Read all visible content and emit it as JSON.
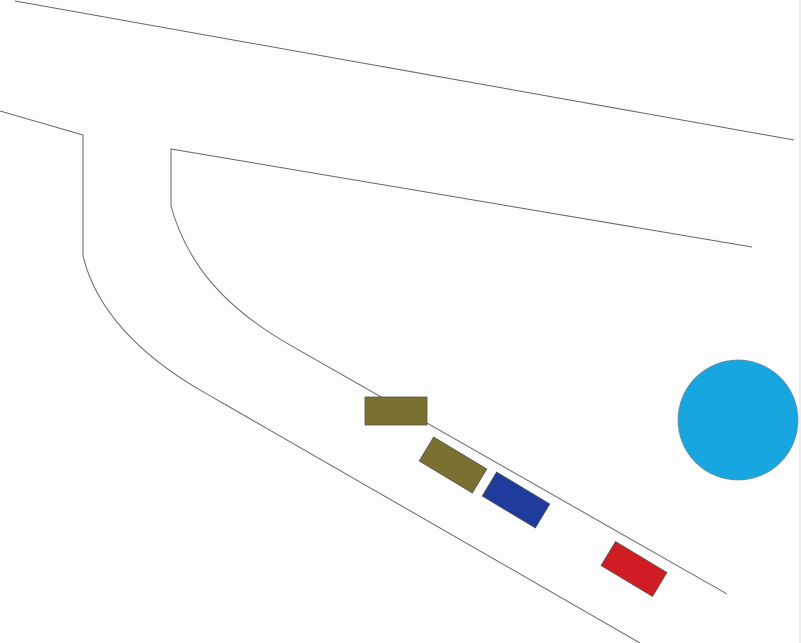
{
  "scene": {
    "road_color": "#666666",
    "background_color": "#fdfdfd"
  },
  "vehicles": [
    {
      "id": "olive-car-1",
      "color": "#7a702f"
    },
    {
      "id": "olive-car-2",
      "color": "#7a702f"
    },
    {
      "id": "blue-car",
      "color": "#1f3b9b"
    },
    {
      "id": "red-car",
      "color": "#d01d24"
    }
  ],
  "target": {
    "color": "#17a6df"
  }
}
